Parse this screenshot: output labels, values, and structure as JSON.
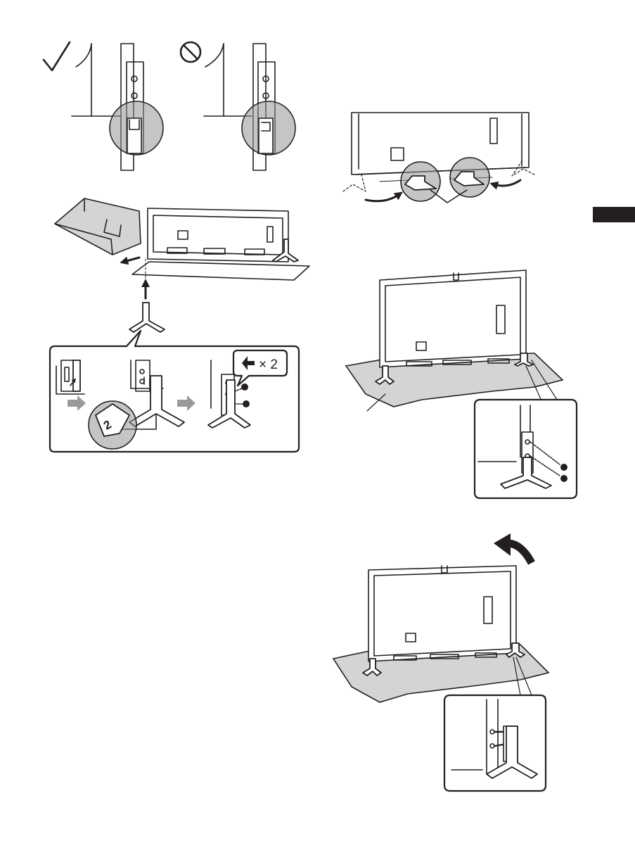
{
  "page": {
    "figures": [
      {
        "name": "stand-neck-correct-orientation",
        "mark": "check-icon"
      },
      {
        "name": "stand-neck-incorrect-orientation",
        "mark": "prohibited-icon"
      },
      {
        "name": "remove-cushion-attach-stand"
      },
      {
        "name": "rotate-stands-bottom-view"
      },
      {
        "name": "tv-on-surface-screw-stand"
      },
      {
        "name": "lift-tv-upright-detach"
      }
    ],
    "screw_callout": {
      "icon": "screw-icon",
      "quantity": "× 2"
    },
    "stand_part_label": "2",
    "language_tab_color": "#231f20"
  }
}
